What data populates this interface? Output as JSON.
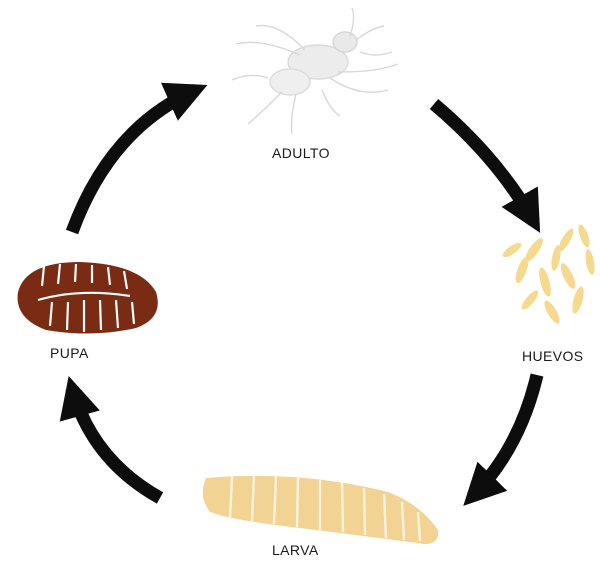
{
  "stages": {
    "adulto": {
      "label": "ADULTO",
      "illustration": "adult-fly",
      "color": "#e2e2e2"
    },
    "huevos": {
      "label": "HUEVOS",
      "illustration": "eggs-cluster",
      "color": "#f4d98e"
    },
    "larva": {
      "label": "LARVA",
      "illustration": "larva-maggot",
      "color": "#f2d394"
    },
    "pupa": {
      "label": "PUPA",
      "illustration": "pupa-case",
      "color": "#7a2b14"
    }
  },
  "arrows": {
    "color": "#0d0d0d",
    "count": 4,
    "direction": "clockwise"
  }
}
